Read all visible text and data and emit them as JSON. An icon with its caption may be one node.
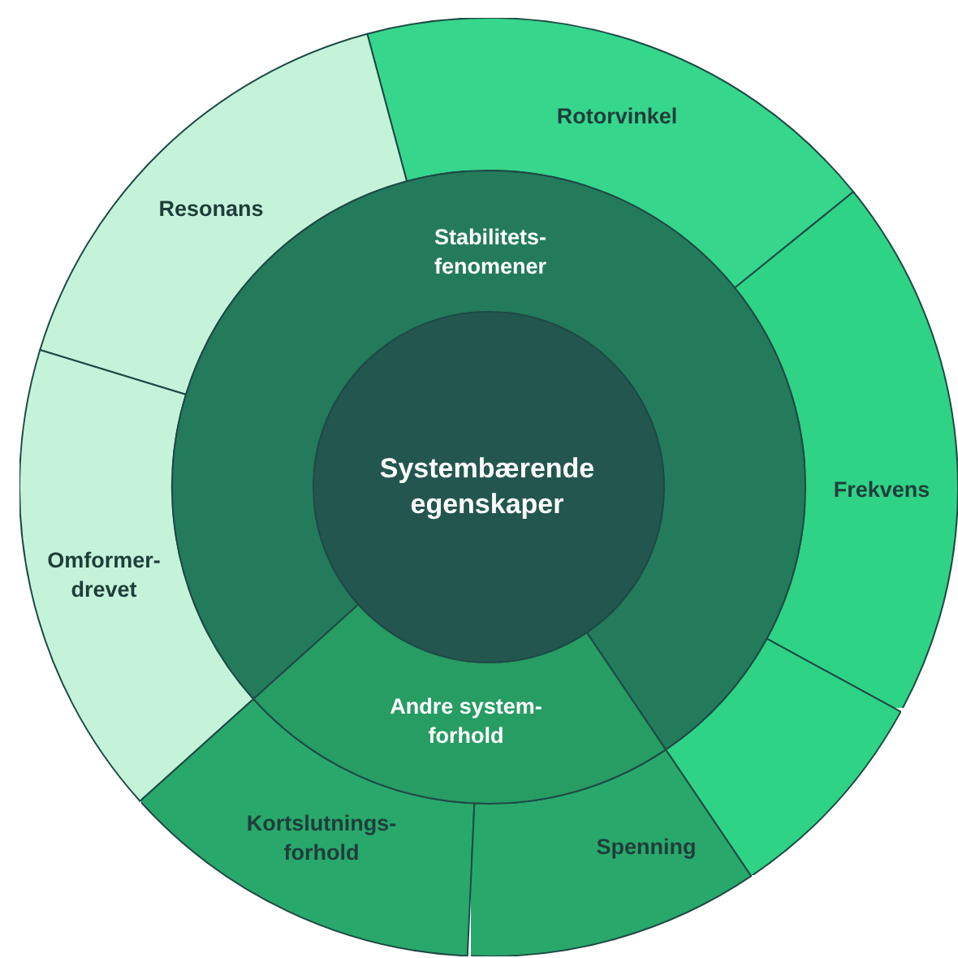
{
  "diagram": {
    "nodes": [
      {
        "text": [
          "Systembærende egenskaper"
        ]
      },
      {
        "text": [
          "Stabilitets- fenomener"
        ]
      },
      {
        "text": [
          "Andre system- forhold"
        ]
      },
      {
        "text": [
          "Rotorvinkel"
        ]
      },
      {
        "text": [
          "Resonans"
        ]
      },
      {
        "text": [
          "Frekvens"
        ]
      },
      {
        "text": [
          "Omformer- drevet"
        ]
      },
      {
        "text": [],
        "shape": "arc"
      },
      {
        "text": [
          "Kortslutnings- forhold"
        ]
      },
      {
        "text": [
          "Spenning"
        ]
      }
    ]
  }
}
